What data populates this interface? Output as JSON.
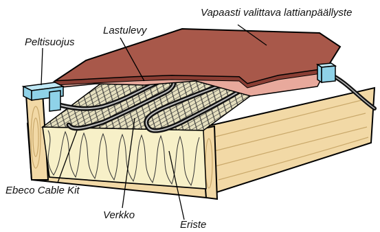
{
  "labels": {
    "flooring": "Vapaasti valittava lattianpäällyste",
    "chipboard": "Lastulevy",
    "metal_guard": "Peltisuojus",
    "cable_kit": "Ebeco Cable Kit",
    "mesh": "Verkko",
    "insulation": "Eriste"
  },
  "colors": {
    "flooring_top": "#a8584a",
    "flooring_edge": "#8a3e34",
    "chipboard": "#e8a99c",
    "wood": "#f2d9a6",
    "wood_grain": "#c9a86a",
    "insulation": "#f7f0c8",
    "mesh_bg": "#e6e0bf",
    "metal_guard": "#8fd2e8",
    "cable": "#111111",
    "outline": "#000000"
  }
}
